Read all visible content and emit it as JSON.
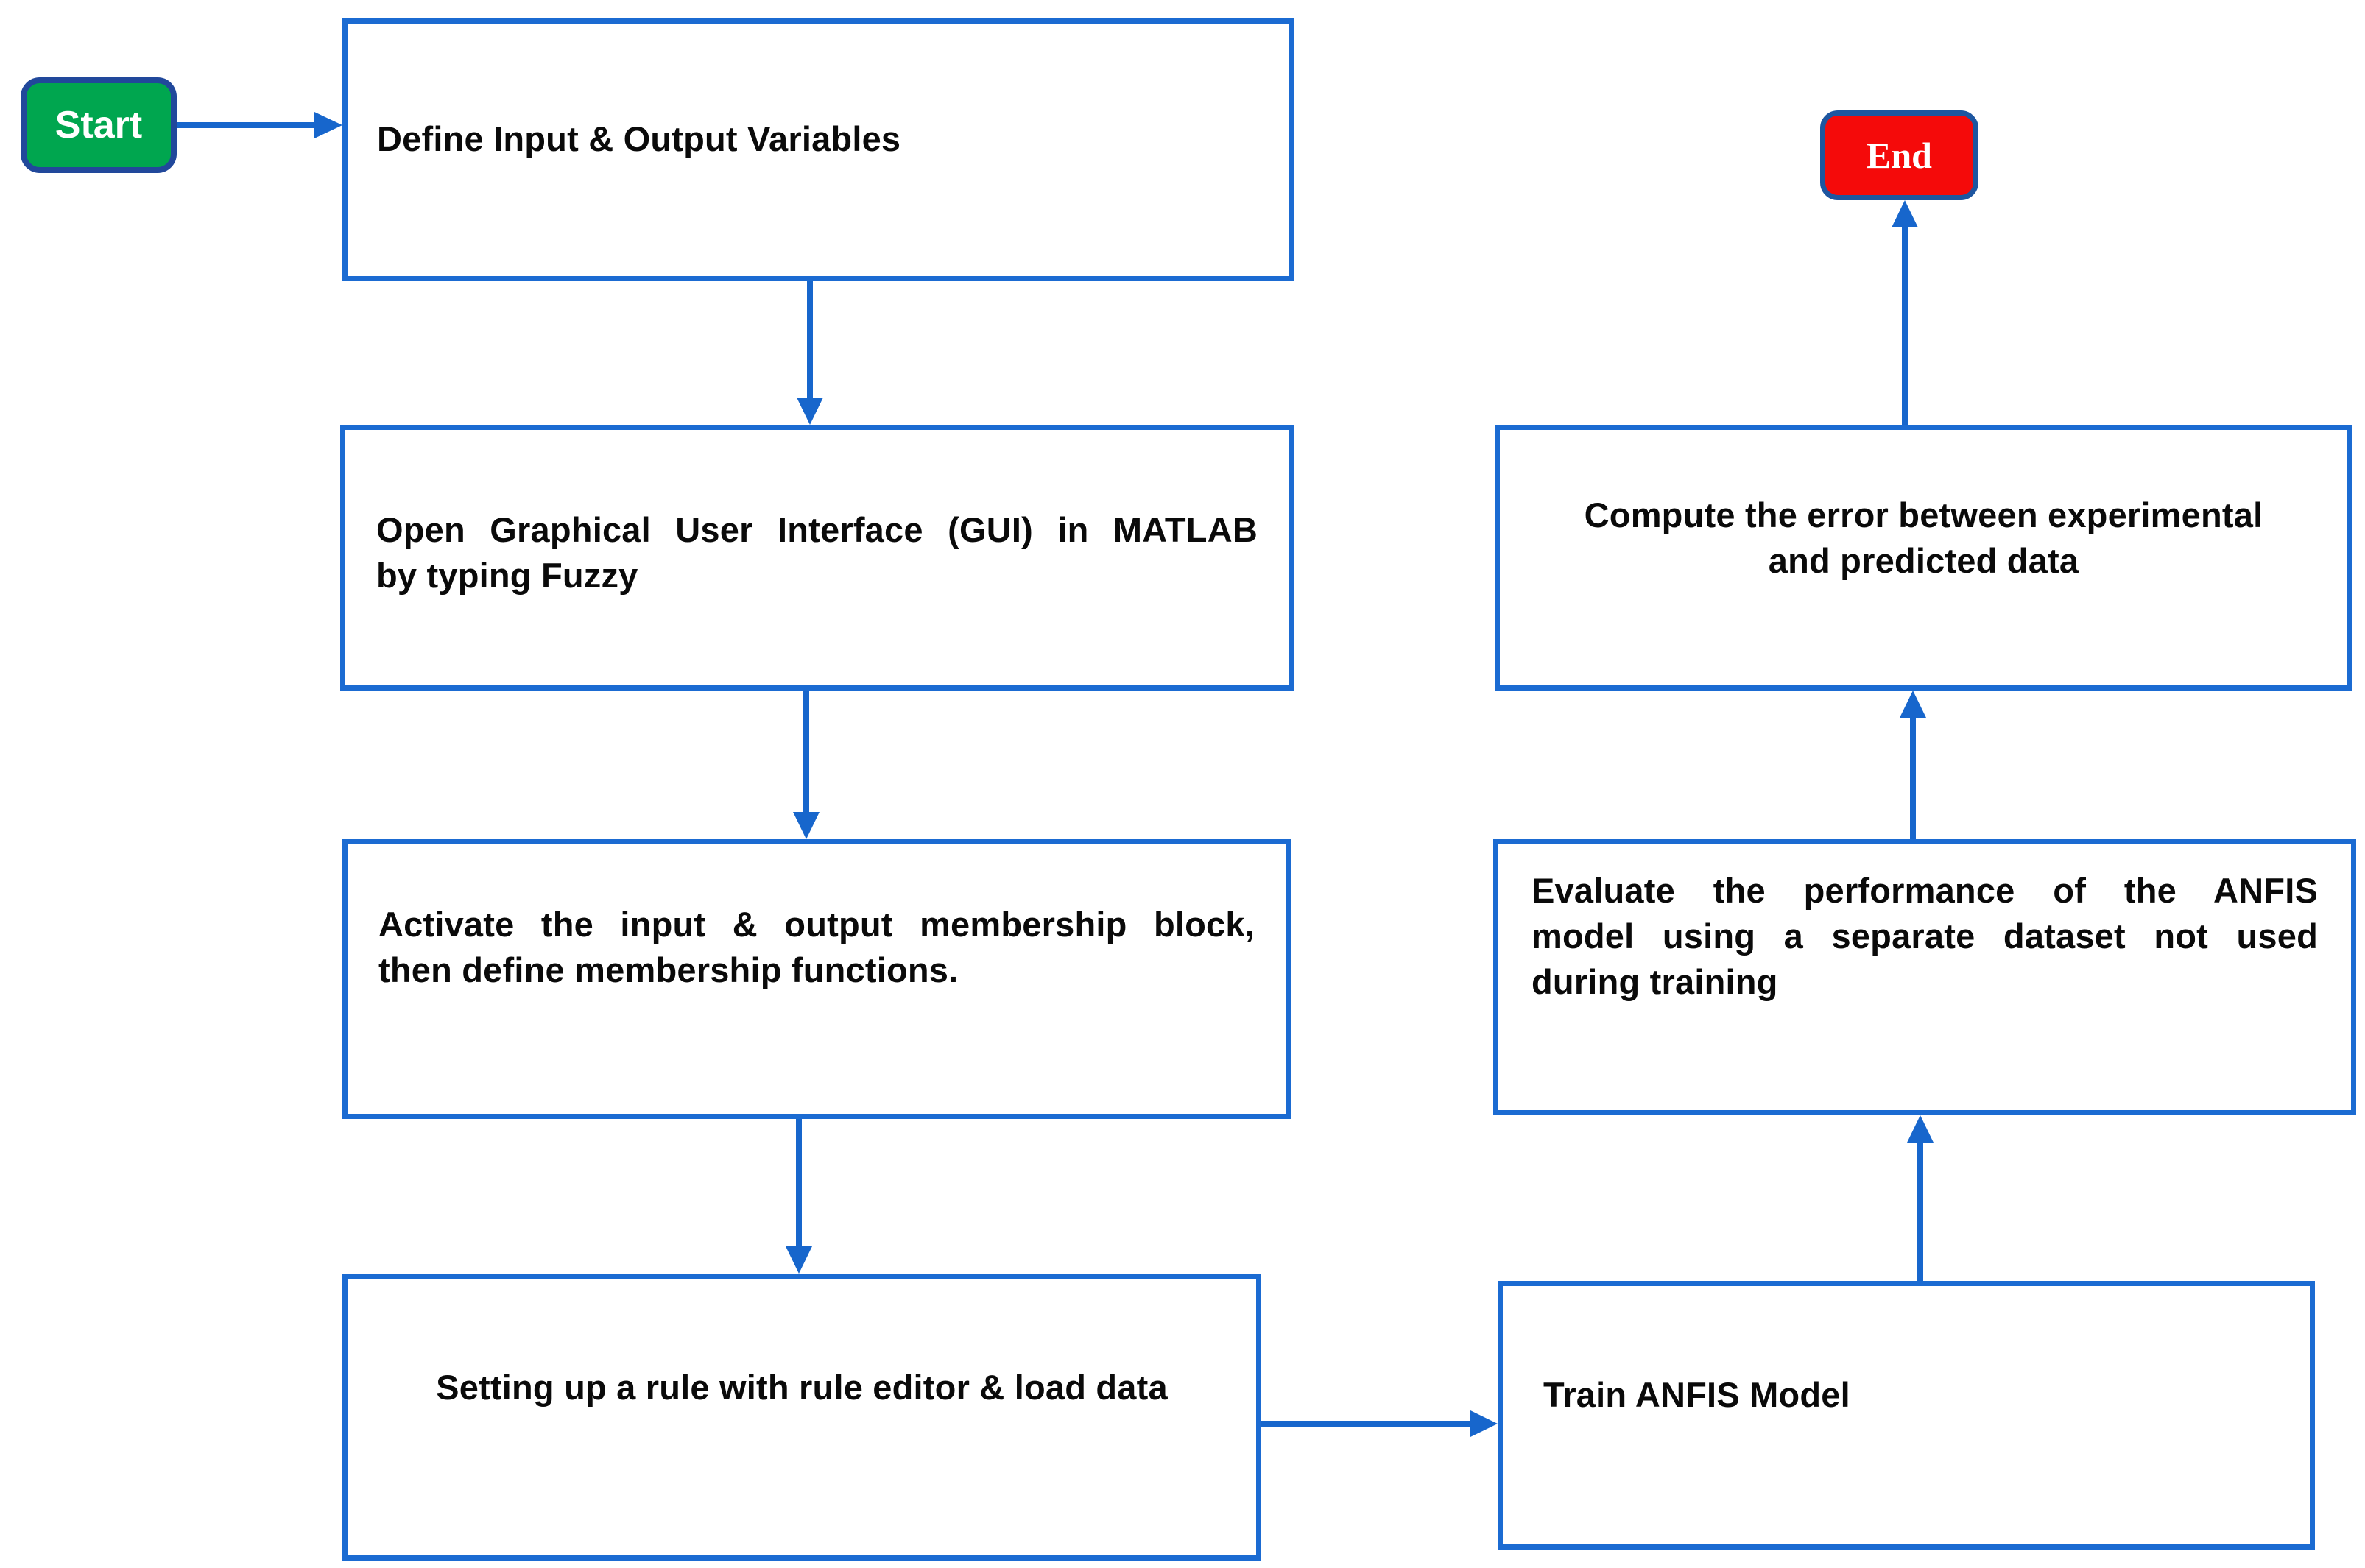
{
  "figure": {
    "type": "flowchart",
    "description": "ANFIS fuzzy modeling workflow flowchart"
  },
  "colors": {
    "background": "#FFFFFF",
    "box_border": "#1B6BD2",
    "arrow": "#1766CC",
    "box_text": "#0A0A0A",
    "start_fill": "#00A64F",
    "start_border": "#21489B",
    "start_text": "#FFFFFF",
    "end_fill": "#F50A0A",
    "end_border": "#1D56A0",
    "end_text": "#FFFFFF"
  },
  "terminals": {
    "start": {
      "label": "Start"
    },
    "end": {
      "label": "End"
    }
  },
  "steps": [
    {
      "id": "define-variables",
      "align": "left",
      "lines": [
        "Define Input & Output Variables"
      ]
    },
    {
      "id": "open-gui",
      "align": "justify",
      "lines": [
        "Open Graphical User Interface (GUI) in MATLAB",
        "by typing Fuzzy"
      ]
    },
    {
      "id": "activate-membership",
      "align": "justify",
      "lines": [
        "Activate the input & output membership block,",
        "then define membership functions."
      ]
    },
    {
      "id": "setup-rule",
      "align": "center",
      "lines": [
        "Setting up a rule with rule editor & load data"
      ]
    },
    {
      "id": "train-anfis",
      "align": "left",
      "lines": [
        "Train ANFIS Model"
      ]
    },
    {
      "id": "evaluate-performance",
      "align": "justify",
      "lines": [
        "Evaluate the performance of the ANFIS",
        "model using a separate dataset not used",
        "during training"
      ]
    },
    {
      "id": "compute-error",
      "align": "center",
      "lines": [
        "Compute the error between experimental",
        "and predicted data"
      ]
    }
  ],
  "connections": [
    {
      "from": "start",
      "to": "define-variables"
    },
    {
      "from": "define-variables",
      "to": "open-gui"
    },
    {
      "from": "open-gui",
      "to": "activate-membership"
    },
    {
      "from": "activate-membership",
      "to": "setup-rule"
    },
    {
      "from": "setup-rule",
      "to": "train-anfis"
    },
    {
      "from": "train-anfis",
      "to": "evaluate-performance"
    },
    {
      "from": "evaluate-performance",
      "to": "compute-error"
    },
    {
      "from": "compute-error",
      "to": "end"
    }
  ]
}
